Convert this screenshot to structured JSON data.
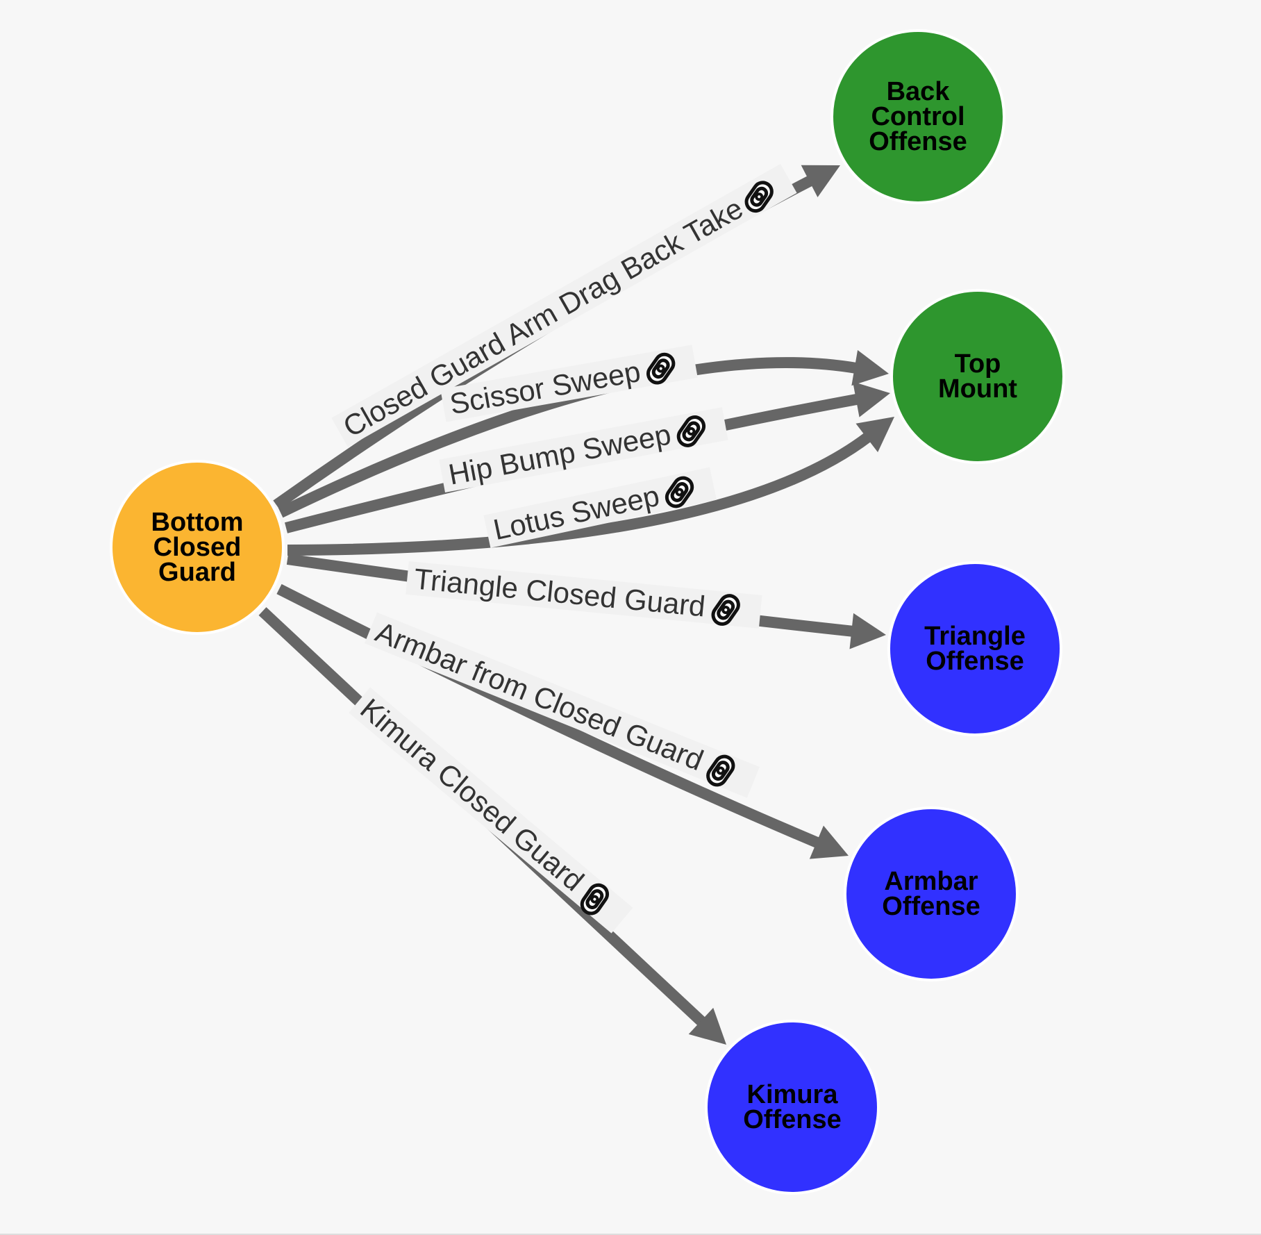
{
  "graph": {
    "nodes": [
      {
        "id": "bottom-closed-guard",
        "label": [
          "Bottom",
          "Closed",
          "Guard"
        ],
        "color": "#fbb531"
      },
      {
        "id": "back-control-offense",
        "label": [
          "Back",
          "Control",
          "Offense"
        ],
        "color": "#2e962e"
      },
      {
        "id": "top-mount",
        "label": [
          "Top",
          "Mount"
        ],
        "color": "#2e962e"
      },
      {
        "id": "triangle-offense",
        "label": [
          "Triangle",
          "Offense"
        ],
        "color": "#3131ff"
      },
      {
        "id": "armbar-offense",
        "label": [
          "Armbar",
          "Offense"
        ],
        "color": "#3131ff"
      },
      {
        "id": "kimura-offense",
        "label": [
          "Kimura",
          "Offense"
        ],
        "color": "#3131ff"
      }
    ],
    "edges": [
      {
        "id": "closed-guard-arm-drag-back-take",
        "label": "Closed Guard Arm Drag Back Take",
        "from": "bottom-closed-guard",
        "to": "back-control-offense",
        "icon": "link-icon"
      },
      {
        "id": "scissor-sweep",
        "label": "Scissor Sweep",
        "from": "bottom-closed-guard",
        "to": "top-mount",
        "icon": "link-icon"
      },
      {
        "id": "hip-bump-sweep",
        "label": "Hip Bump Sweep",
        "from": "bottom-closed-guard",
        "to": "top-mount",
        "icon": "link-icon"
      },
      {
        "id": "lotus-sweep",
        "label": "Lotus Sweep",
        "from": "bottom-closed-guard",
        "to": "top-mount",
        "icon": "link-icon"
      },
      {
        "id": "triangle-closed-guard",
        "label": "Triangle Closed Guard",
        "from": "bottom-closed-guard",
        "to": "triangle-offense",
        "icon": "link-icon"
      },
      {
        "id": "armbar-from-closed-guard",
        "label": "Armbar from Closed Guard",
        "from": "bottom-closed-guard",
        "to": "armbar-offense",
        "icon": "link-icon"
      },
      {
        "id": "kimura-closed-guard",
        "label": "Kimura Closed Guard",
        "from": "bottom-closed-guard",
        "to": "kimura-offense",
        "icon": "link-icon"
      }
    ],
    "edge_color": "#666666",
    "label_background": "#f1f1f1"
  }
}
